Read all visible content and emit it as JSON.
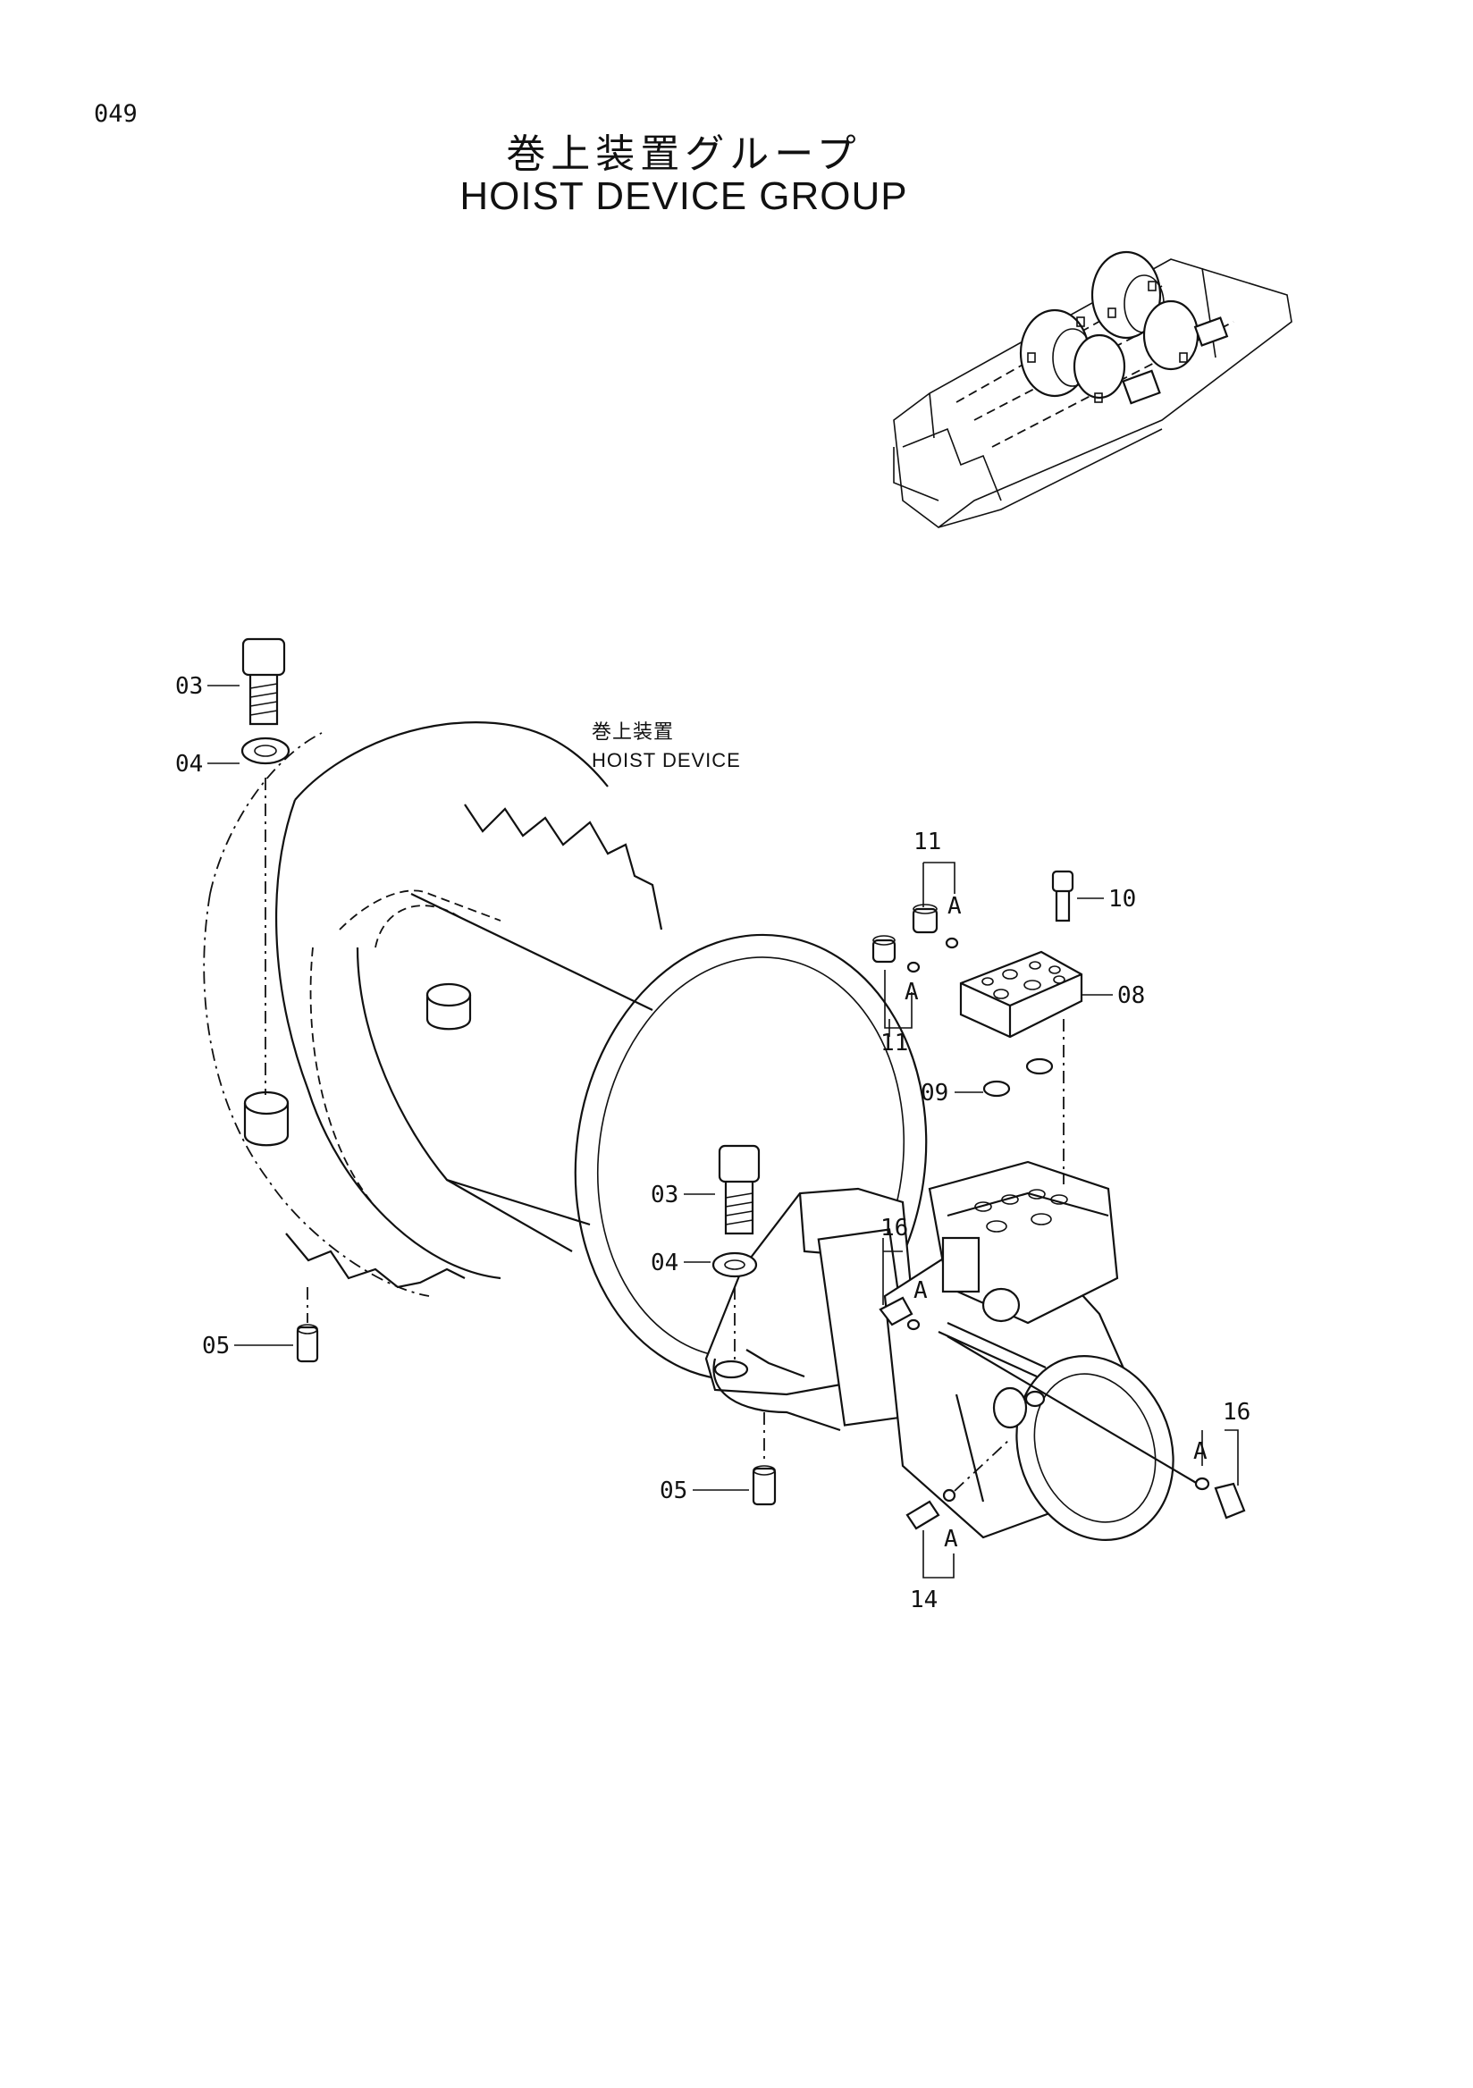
{
  "page": {
    "number": "049"
  },
  "title": {
    "japanese": "巻上装置グループ",
    "english": "HOIST DEVICE GROUP"
  },
  "assembly_label": {
    "japanese": "巻上装置",
    "english": "HOIST DEVICE"
  },
  "callouts": {
    "c03_a": "03",
    "c04_a": "04",
    "c05_a": "05",
    "c03_b": "03",
    "c04_b": "04",
    "c05_b": "05",
    "c08": "08",
    "c09": "09",
    "c10": "10",
    "c11_a": "11",
    "c11_b": "11",
    "c14": "14",
    "c16_a": "16",
    "c16_b": "16"
  },
  "ref_marks": {
    "a1": "A",
    "a2": "A",
    "a3": "A",
    "a4": "A",
    "a5": "A"
  }
}
